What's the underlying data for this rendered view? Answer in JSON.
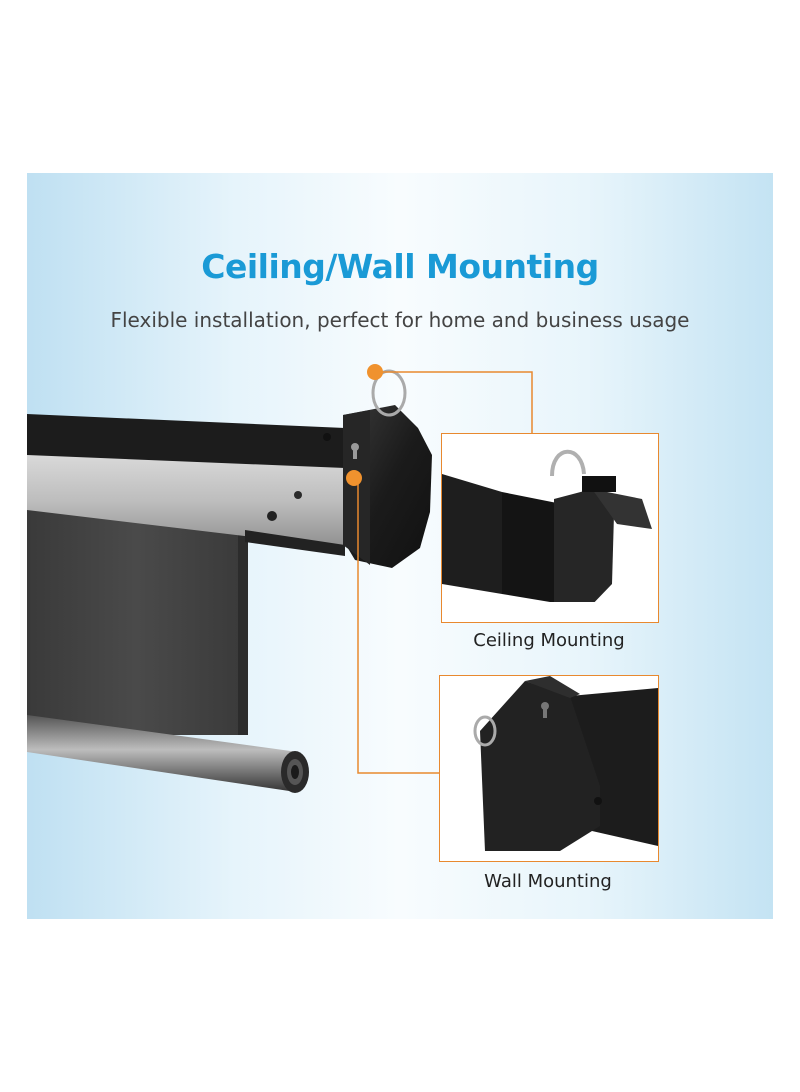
{
  "header": {
    "title": "Ceiling/Wall Mounting",
    "subtitle": "Flexible installation, perfect for home and business usage"
  },
  "callouts": {
    "ceiling_label": "Ceiling Mounting",
    "wall_label": "Wall Mounting"
  },
  "colors": {
    "title_blue": "#1a9ad6",
    "callout_orange": "#f0922e",
    "line_orange": "#e8892f",
    "housing_black": "#1e1e1e",
    "screen_fabric": "#3b3b3b"
  }
}
